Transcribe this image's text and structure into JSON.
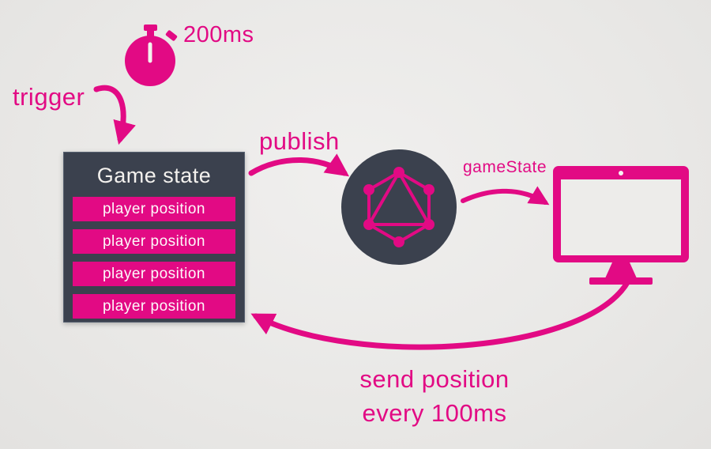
{
  "colors": {
    "accent": "#e20a84",
    "dark_panel": "#3b414e",
    "background": "#e9e8e6",
    "row_text": "#fdf8fa"
  },
  "timer": {
    "icon": "stopwatch-icon",
    "label": "200ms"
  },
  "labels": {
    "trigger": "trigger",
    "publish": "publish",
    "game_state_event": "gameState",
    "feedback_line1": "send position",
    "feedback_line2": "every 100ms"
  },
  "game_state": {
    "title": "Game state",
    "rows": [
      "player position",
      "player position",
      "player position",
      "player position"
    ]
  },
  "icons": {
    "broker": "graphql-logo",
    "client": "monitor-icon"
  }
}
